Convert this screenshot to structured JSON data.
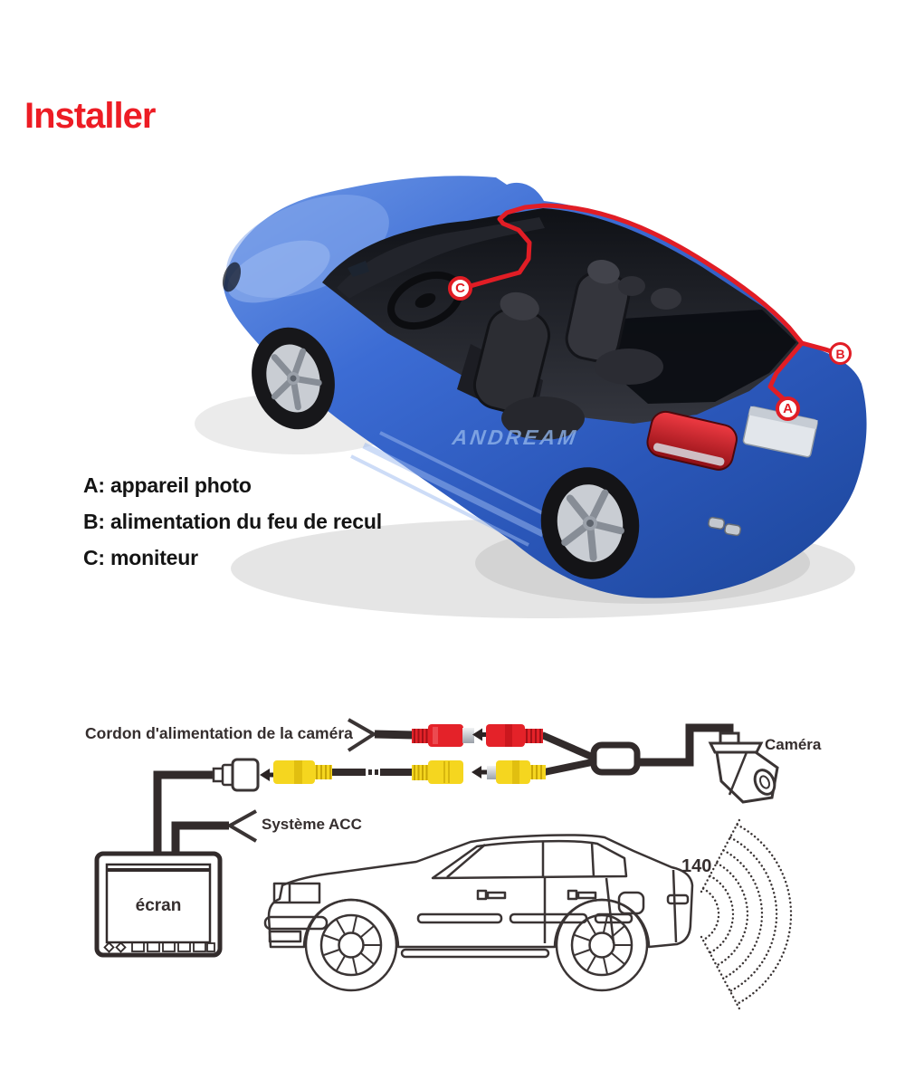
{
  "title": {
    "text": "Installer"
  },
  "legend": {
    "items": [
      "A: appareil photo",
      "B: alimentation du feu de recul",
      "C: moniteur"
    ]
  },
  "car_diagram": {
    "markers": {
      "a": "A",
      "b": "B",
      "c": "C"
    },
    "watermark": "ANDREAM"
  },
  "wiring": {
    "camera_cord_label": "Cordon d'alimentation de la caméra",
    "acc_label": "Système ACC",
    "screen_label": "écran",
    "camera_label": "Caméra",
    "view_angle_label": "140"
  },
  "colors": {
    "title_red": "#ed1c24",
    "cable_red": "#e11d25",
    "diagram_ink": "#3a3434",
    "rca_red": "#e42229",
    "rca_yellow": "#f5d61f",
    "car_blue": "#3566d0"
  }
}
